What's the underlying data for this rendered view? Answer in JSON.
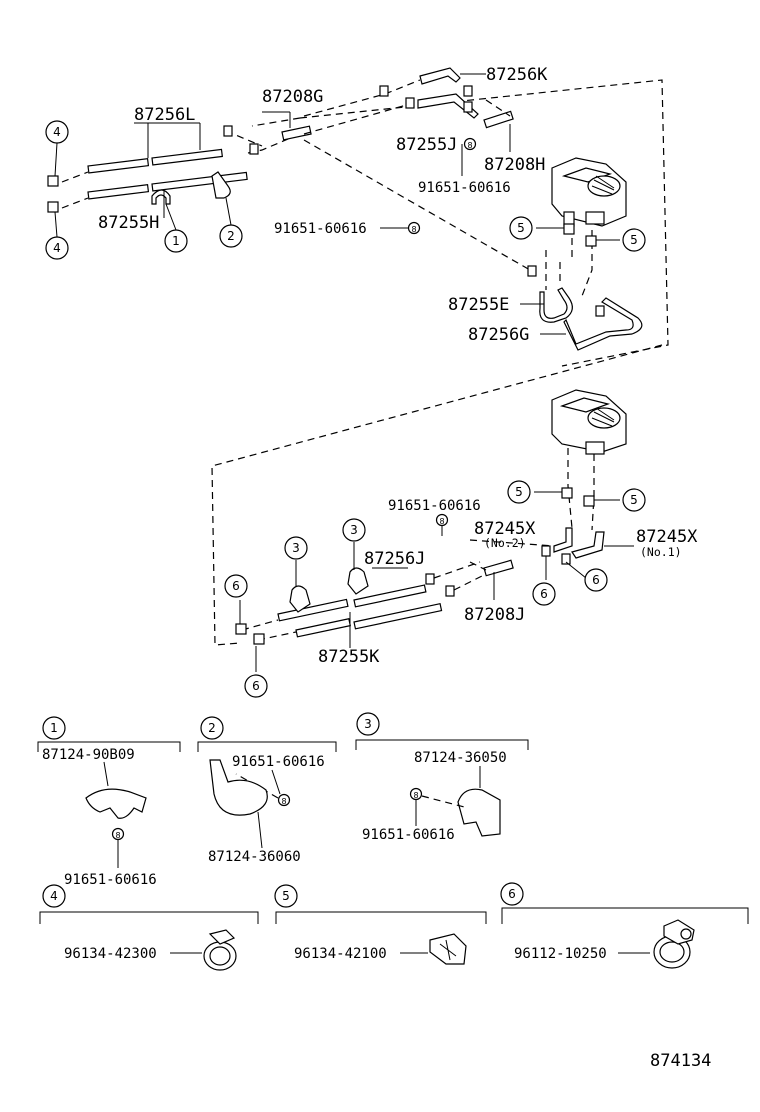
{
  "diagram_id": "874134",
  "labels": {
    "p87256L": "87256L",
    "p87208G": "87208G",
    "p87256K": "87256K",
    "p87255J": "87255J",
    "p87208H": "87208H",
    "p91651_a": "91651-60616",
    "p87255H": "87255H",
    "p91651_b": "91651-60616",
    "p87255E": "87255E",
    "p87256G": "87256G",
    "p91651_c": "91651-60616",
    "p87245X_2": "87245X",
    "no2": "(No.2)",
    "p87256J": "87256J",
    "p87245X_1": "87245X",
    "no1": "(No.1)",
    "p87208J": "87208J",
    "p87255K": "87255K"
  },
  "callouts": {
    "c1": "1",
    "c2": "2",
    "c3": "3",
    "c4": "4",
    "c5": "5",
    "c6": "6",
    "b": "8"
  },
  "details": [
    {
      "num": "1",
      "part": "87124-90B09",
      "bolt": "91651-60616"
    },
    {
      "num": "2",
      "part": "87124-36060",
      "bolt": "91651-60616"
    },
    {
      "num": "3",
      "part": "87124-36050",
      "bolt": "91651-60616"
    },
    {
      "num": "4",
      "part": "96134-42300"
    },
    {
      "num": "5",
      "part": "96134-42100"
    },
    {
      "num": "6",
      "part": "96112-10250"
    }
  ]
}
